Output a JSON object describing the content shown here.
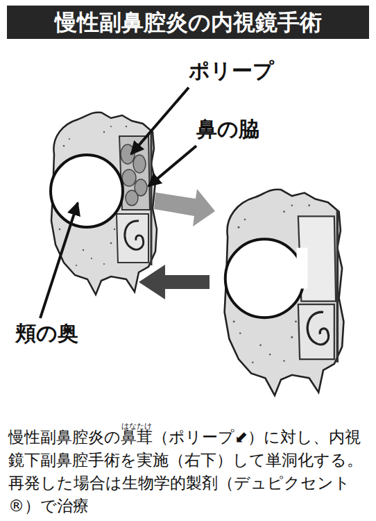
{
  "diagram": {
    "title": "慢性副鼻腔炎の内視鏡手術",
    "caption": "慢性副鼻腔炎の鼻茸（ポリープ⬋）に対し、内視鏡下副鼻腔手術を実施（右下）して単洞化する。再発した場合は生物学的製剤（デュピクセント®）で治療",
    "labels": [
      "ポリープ",
      "鼻の脇",
      "頬の奥",
      "はなたけ"
    ]
  }
}
